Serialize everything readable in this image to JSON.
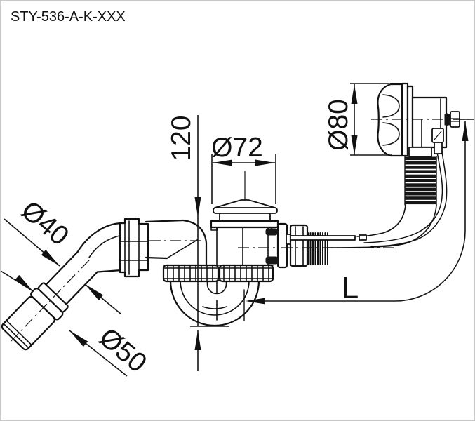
{
  "title": "STY-536-A-K-XXX",
  "drawing": {
    "type": "technical-line-drawing",
    "subject": "bathtub-drain-trap-with-overflow",
    "dimensions": {
      "outlet_pipe_diameter": "Ø40",
      "outlet_sleeve_diameter": "Ø50",
      "drain_plug_diameter": "Ø72",
      "overflow_cap_diameter": "Ø80",
      "trap_depth": "120",
      "hose_length": "L"
    },
    "colors": {
      "line": "#111111",
      "background": "#ffffff",
      "frame": "#c9c9c9"
    }
  }
}
